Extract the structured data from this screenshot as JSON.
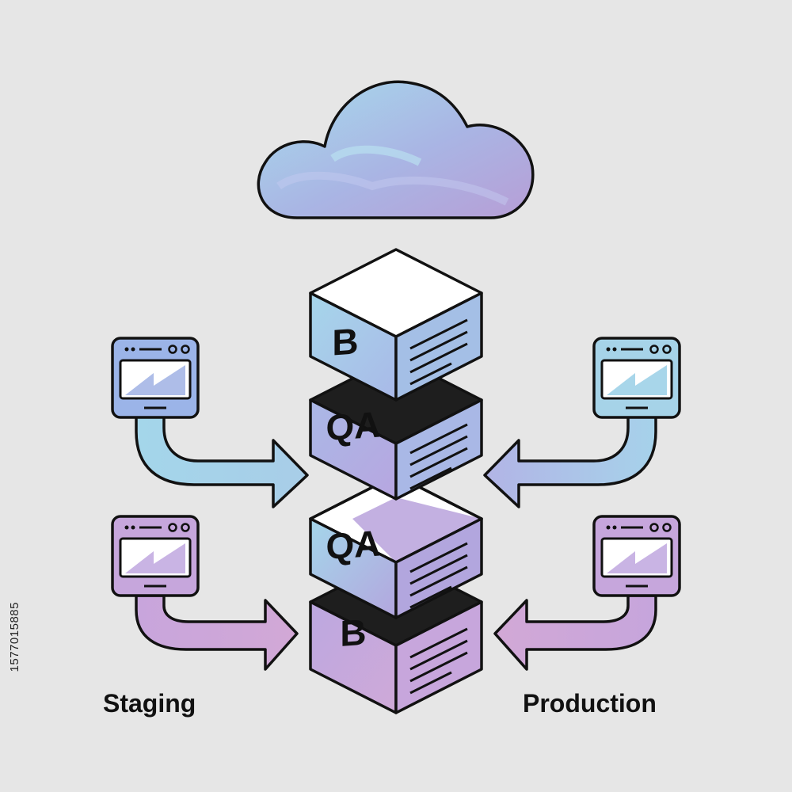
{
  "diagram": {
    "cloud": {
      "name": "cloud-icon"
    },
    "stack": [
      {
        "label": "B",
        "top_color": "#ffffff",
        "side_color": "#a6d3e8"
      },
      {
        "label": "QA",
        "top_color": "#2a2a2a",
        "side_color": "#a6bde6"
      },
      {
        "label": "QA",
        "top_color": "#ffffff",
        "side_color": "#a9cfe6"
      },
      {
        "label": "B",
        "top_color": "#2a2a2a",
        "side_color": "#c4a9dc"
      }
    ],
    "windows": {
      "staging_top_color": "#9ab3e6",
      "staging_bottom_color": "#c4a6dc",
      "production_top_color": "#a6d3e8",
      "production_bottom_color": "#c4a6dc"
    },
    "captions": {
      "staging": "Staging",
      "production": "Production"
    },
    "stock_id": "1577015885"
  }
}
